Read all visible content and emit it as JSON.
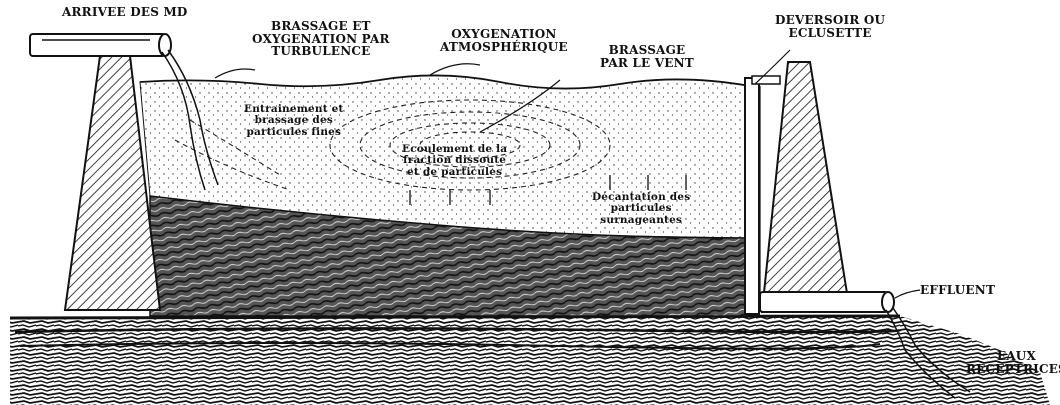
{
  "labels": {
    "arrivee": "ARRIVEE DES MD",
    "brassage_turbulence": [
      "BRASSAGE ET",
      "OXYGENATION PAR",
      "TURBULENCE"
    ],
    "oxygenation": [
      "OXYGENATION",
      "ATMOSPHÉRIQUE"
    ],
    "brassage_vent": [
      "BRASSAGE",
      "PAR LE VENT"
    ],
    "deversoir": [
      "DEVERSOIR OU",
      "ECLUSETTE"
    ],
    "entrainement": [
      "Entrainement et",
      "brassage des",
      "particules fines"
    ],
    "ecoulement": [
      "Ecoulement de la",
      "fraction dissoute",
      "et de particules"
    ],
    "decantation": [
      "Décantation des",
      "particules",
      "surnageantes"
    ],
    "effluent": "EFFLUENT",
    "eaux": [
      "EAUX",
      "RECEPTRICES"
    ]
  },
  "colors": {
    "ink": "#111111",
    "water_fill": "#f7f7f7",
    "sediment": "#2a2a2a",
    "ground": "#3a3a3a"
  }
}
